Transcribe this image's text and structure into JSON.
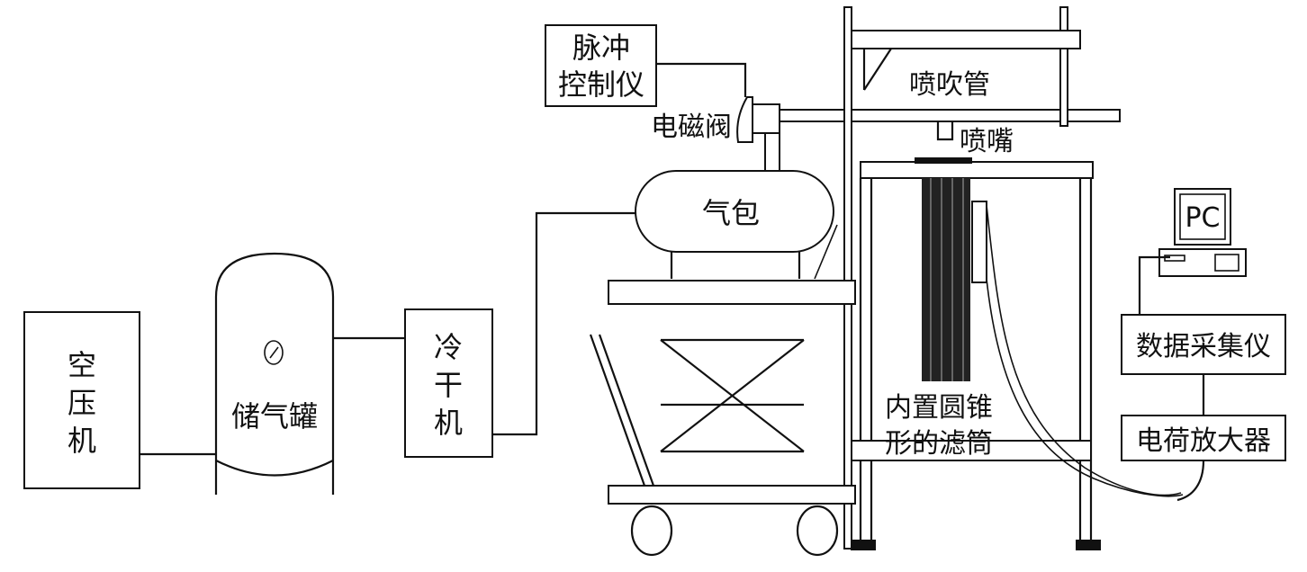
{
  "labels": {
    "compressor": [
      "空",
      "压",
      "机"
    ],
    "storage_tank": "储气罐",
    "dryer": [
      "冷",
      "干",
      "机"
    ],
    "pulse_controller": [
      "脉冲",
      "控制仪"
    ],
    "solenoid_valve": "电磁阀",
    "air_bag": "气包",
    "blow_pipe": "喷吹管",
    "nozzle": "喷嘴",
    "filter": [
      "内置圆锥",
      "形的滤筒"
    ],
    "pc": "PC",
    "data_acquisition": "数据采集仪",
    "charge_amplifier": "电荷放大器"
  }
}
